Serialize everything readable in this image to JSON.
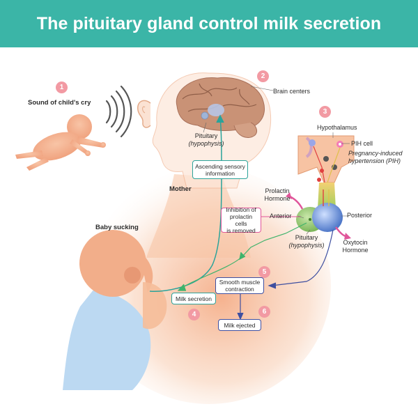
{
  "title": "The pituitary gland control milk secretion",
  "numbers": {
    "n1": "1",
    "n2": "2",
    "n3": "3",
    "n4": "4",
    "n5": "5",
    "n6": "6"
  },
  "labels": {
    "sound_of_cry": "Sound of child's cry",
    "brain_centers": "Brain centers",
    "pituitary": "Pituitary",
    "hypophysis": "(hypophysis)",
    "hypothalamus": "Hypothalamus",
    "pih_cell": "PIH cell",
    "pih_line1": "Pregnancy-induced",
    "pih_line2": "hypertension (PIH)",
    "mother": "Mother",
    "prolactin_line1": "Prolactin",
    "prolactin_line2": "Hormone",
    "anterior": "Anterior",
    "posterior": "Posterior",
    "oxytocin_line1": "Oxytocin",
    "oxytocin_line2": "Hormone",
    "baby_sucking": "Baby sucking"
  },
  "boxes": {
    "ascending_line1": "Ascending sensory",
    "ascending_line2": "information",
    "inhibition_line1": "Inhibition of",
    "inhibition_line2": "prolactin cells",
    "inhibition_line3": "is removed",
    "smooth_line1": "Smooth muscle",
    "smooth_line2": "contraction",
    "milk_secretion": "Milk secretion",
    "milk_ejected": "Milk ejected"
  },
  "colors": {
    "header": "#3bb5a7",
    "number_badge": "#f29aa3",
    "skin": "#f6b48e",
    "sensory_path": "#2aa39a",
    "prolactin": "#e0569a",
    "oxytocin": "#3e4fa0",
    "anterior_lobe": "#8bc66a",
    "posterior_lobe": "#5a8fd6"
  },
  "icons": [
    "sound-wave-icon",
    "ear-icon",
    "brain-icon",
    "baby-icon",
    "pituitary-gland-icon"
  ]
}
